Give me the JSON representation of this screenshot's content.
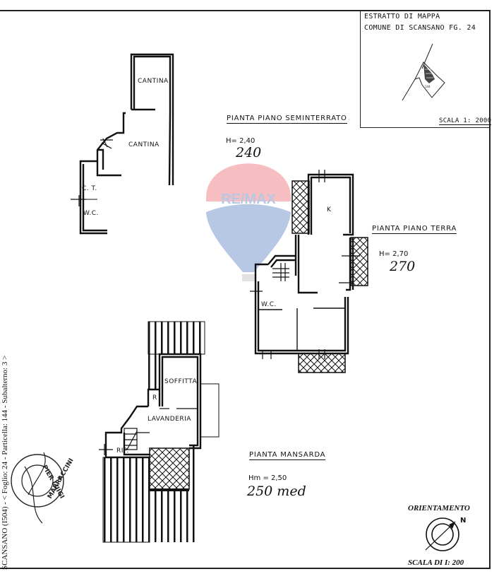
{
  "document": {
    "type": "Planimetria catastale",
    "watermark": {
      "text": "RE/MAX",
      "colors": {
        "red": "#e11b22",
        "blue": "#003da5"
      }
    }
  },
  "map_extract": {
    "title": "ESTRATTO DI MAPPA",
    "comune": "COMUNE   DI SCANSANO FG. 24",
    "parcel_label": "144",
    "scale": "SCALA 1: 2000"
  },
  "plans": [
    {
      "title": "PIANTA PIANO SEMINTERRATO",
      "height_label": "H= 2,40",
      "handwritten": "240",
      "rooms": [
        "CANTINA",
        "CANTINA",
        "C. T.",
        "W.C."
      ]
    },
    {
      "title": "PIANTA PIANO TERRA",
      "height_label": "H= 2,70",
      "handwritten": "270",
      "rooms": [
        "K",
        "W.C."
      ]
    },
    {
      "title": "PIANTA MANSARDA",
      "height_label": "Hm = 2,50",
      "handwritten": "250 med",
      "rooms": [
        "SOFFITTA",
        "R",
        "LAVANDERIA",
        "RIP."
      ]
    }
  ],
  "orientation": {
    "title": "ORIENTAMENTO",
    "north": "N",
    "scale": "SCALA DI I: 200"
  },
  "side_note": "SCANSANO (I504) - < Foglio: 24 - Particella: 144 - Subalterno: 3 >",
  "stamp": {
    "text_top": "PIER LUIGI",
    "text_bottom": "MARRACCINI"
  }
}
